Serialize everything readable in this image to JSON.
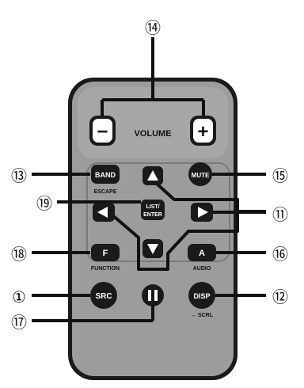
{
  "remote": {
    "volume_label": "VOLUME",
    "volume_minus": "−",
    "volume_plus": "+",
    "band_label": "BAND",
    "escape_label": "ESCAPE",
    "mute_label": "MUTE",
    "list_enter_line1": "LIST/",
    "list_enter_line2": "ENTER",
    "f_label": "F",
    "function_label": "FUNCTION",
    "a_label": "A",
    "audio_label": "AUDIO",
    "src_label": "SRC",
    "disp_label": "DISP",
    "scrl_label": "↔ SCRL",
    "up_icon": "up-arrow-icon",
    "down_icon": "down-arrow-icon",
    "left_icon": "left-arrow-icon",
    "right_icon": "right-arrow-icon",
    "pause_icon": "pause-icon"
  },
  "callouts": {
    "c14": "⑭",
    "c13": "⑬",
    "c15": "⑮",
    "c19": "⑲",
    "c11": "⑪",
    "c18": "⑱",
    "c16": "⑯",
    "c1": "①",
    "c12": "⑫",
    "c17": "⑰"
  },
  "colors": {
    "body": "#9c9c9c",
    "body_edge": "#1a1a1a",
    "button": "#1a1a1a",
    "line": "#111111"
  }
}
